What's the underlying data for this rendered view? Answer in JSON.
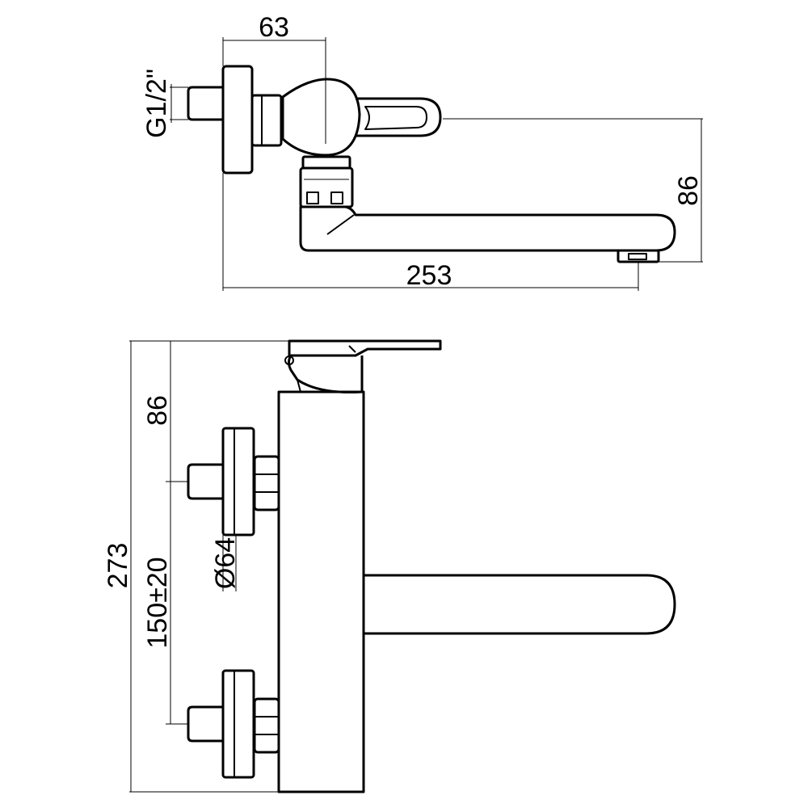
{
  "drawing": {
    "top_view": {
      "dim_width_top": "63",
      "dim_thread": "G1/2\"",
      "dim_height_right": "86",
      "dim_total_length": "253"
    },
    "front_view": {
      "dim_upper_offset": "86",
      "dim_total_height": "273",
      "dim_centre_distance": "150±20",
      "dim_rosette_diameter": "Ø64"
    },
    "colors": {
      "line": "#000000",
      "background": "#ffffff"
    }
  }
}
